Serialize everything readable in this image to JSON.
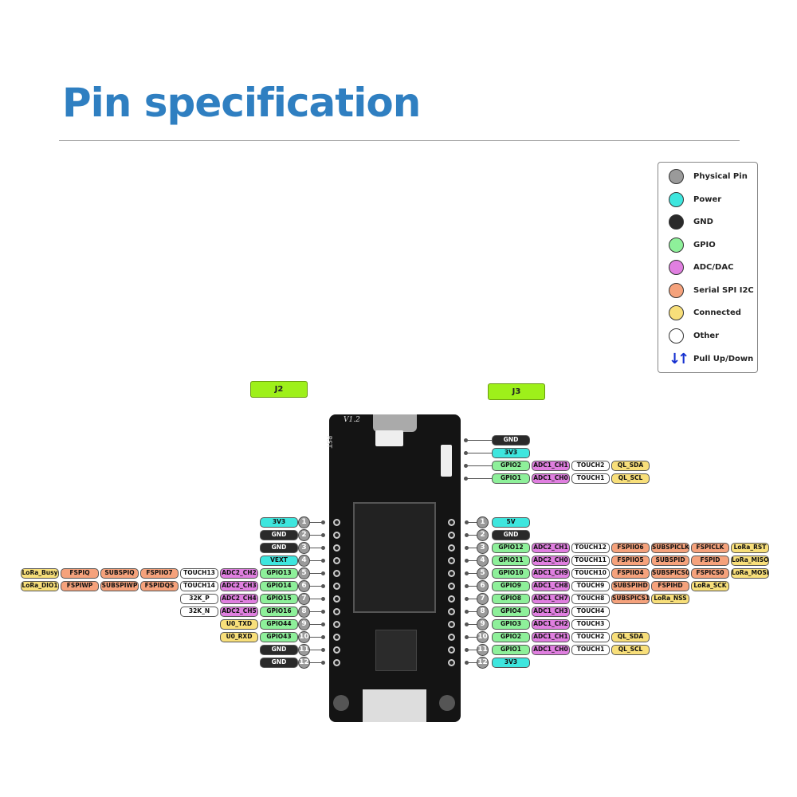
{
  "title": "Pin specification",
  "colors": {
    "physical": "#9a9a9a",
    "power": "#3ee6de",
    "gnd": "#2a2a2a",
    "gpio": "#8ef09a",
    "adc": "#e07fe0",
    "serial": "#f5a27c",
    "connected": "#f8df7a",
    "other": "#ffffff",
    "pull": "#1530d0"
  },
  "legend": [
    {
      "label": "Physical Pin",
      "type": "physical"
    },
    {
      "label": "Power",
      "type": "power"
    },
    {
      "label": "GND",
      "type": "gnd"
    },
    {
      "label": "GPIO",
      "type": "gpio"
    },
    {
      "label": "ADC/DAC",
      "type": "adc"
    },
    {
      "label": "Serial SPI I2C",
      "type": "serial"
    },
    {
      "label": "Connected",
      "type": "connected"
    },
    {
      "label": "Other",
      "type": "other"
    },
    {
      "label": "Pull Up/Down",
      "type": "pull",
      "icon": "up-down-arrows-icon"
    }
  ],
  "headers": {
    "j2": "J2",
    "j3": "J3"
  },
  "board": {
    "version": "V1.2",
    "rst": "RST"
  },
  "qwiic": [
    [
      [
        "GND",
        "gnd"
      ]
    ],
    [
      [
        "3V3",
        "power"
      ]
    ],
    [
      [
        "GPIO2",
        "gpio"
      ],
      [
        "ADC1_CH1",
        "adc"
      ],
      [
        "TOUCH2",
        "other"
      ],
      [
        "QL_SDA",
        "connected"
      ]
    ],
    [
      [
        "GPIO1",
        "gpio"
      ],
      [
        "ADC1_CH0",
        "adc"
      ],
      [
        "TOUCH1",
        "other"
      ],
      [
        "QL_SCL",
        "connected"
      ]
    ]
  ],
  "j2": [
    {
      "pin": "1",
      "funcs": [
        [
          "3V3",
          "power"
        ]
      ]
    },
    {
      "pin": "2",
      "funcs": [
        [
          "GND",
          "gnd"
        ]
      ]
    },
    {
      "pin": "3",
      "funcs": [
        [
          "GND",
          "gnd"
        ]
      ]
    },
    {
      "pin": "4",
      "funcs": [
        [
          "VEXT",
          "power"
        ]
      ]
    },
    {
      "pin": "5",
      "funcs": [
        [
          "GPIO13",
          "gpio"
        ],
        [
          "ADC2_CH2",
          "adc"
        ],
        [
          "TOUCH13",
          "other"
        ],
        [
          "FSPIIO7",
          "serial"
        ],
        [
          "SUBSPIQ",
          "serial"
        ],
        [
          "FSPIQ",
          "serial"
        ],
        [
          "LoRa_Busy",
          "connected"
        ]
      ]
    },
    {
      "pin": "6",
      "funcs": [
        [
          "GPIO14",
          "gpio"
        ],
        [
          "ADC2_CH3",
          "adc"
        ],
        [
          "TOUCH14",
          "other"
        ],
        [
          "FSPIDQS",
          "serial"
        ],
        [
          "SUBSPIWP",
          "serial"
        ],
        [
          "FSPIWP",
          "serial"
        ],
        [
          "LoRa_DIO1",
          "connected"
        ]
      ]
    },
    {
      "pin": "7",
      "funcs": [
        [
          "GPIO15",
          "gpio"
        ],
        [
          "ADC2_CH4",
          "adc"
        ],
        [
          "32K_P",
          "other"
        ]
      ]
    },
    {
      "pin": "8",
      "funcs": [
        [
          "GPIO16",
          "gpio"
        ],
        [
          "ADC2_CH5",
          "adc"
        ],
        [
          "32K_N",
          "other"
        ]
      ]
    },
    {
      "pin": "9",
      "funcs": [
        [
          "GPIO44",
          "gpio"
        ],
        [
          "U0_TXD",
          "connected"
        ]
      ]
    },
    {
      "pin": "10",
      "funcs": [
        [
          "GPIO43",
          "gpio"
        ],
        [
          "U0_RXD",
          "connected"
        ]
      ]
    },
    {
      "pin": "11",
      "funcs": [
        [
          "GND",
          "gnd"
        ]
      ]
    },
    {
      "pin": "12",
      "funcs": [
        [
          "GND",
          "gnd"
        ]
      ]
    }
  ],
  "j3": [
    {
      "pin": "1",
      "funcs": [
        [
          "5V",
          "power"
        ]
      ]
    },
    {
      "pin": "2",
      "funcs": [
        [
          "GND",
          "gnd"
        ]
      ]
    },
    {
      "pin": "3",
      "funcs": [
        [
          "GPIO12",
          "gpio"
        ],
        [
          "ADC2_CH1",
          "adc"
        ],
        [
          "TOUCH12",
          "other"
        ],
        [
          "FSPIIO6",
          "serial"
        ],
        [
          "SUBSPICLK",
          "serial"
        ],
        [
          "FSPICLK",
          "serial"
        ],
        [
          "LoRa_RST",
          "connected"
        ]
      ]
    },
    {
      "pin": "4",
      "funcs": [
        [
          "GPIO11",
          "gpio"
        ],
        [
          "ADC2_CH0",
          "adc"
        ],
        [
          "TOUCH11",
          "other"
        ],
        [
          "FSPIIO5",
          "serial"
        ],
        [
          "SUBSPID",
          "serial"
        ],
        [
          "FSPID",
          "serial"
        ],
        [
          "LoRa_MISO",
          "connected"
        ]
      ]
    },
    {
      "pin": "5",
      "funcs": [
        [
          "GPIO10",
          "gpio"
        ],
        [
          "ADC1_CH9",
          "adc"
        ],
        [
          "TOUCH10",
          "other"
        ],
        [
          "FSPIIO4",
          "serial"
        ],
        [
          "SUBSPICS0",
          "serial"
        ],
        [
          "FSPICS0",
          "serial"
        ],
        [
          "LoRa_MOSI",
          "connected"
        ]
      ]
    },
    {
      "pin": "6",
      "funcs": [
        [
          "GPIO9",
          "gpio"
        ],
        [
          "ADC1_CH8",
          "adc"
        ],
        [
          "TOUCH9",
          "other"
        ],
        [
          "SUBSPIHD",
          "serial"
        ],
        [
          "FSPIHD",
          "serial"
        ],
        [
          "LoRa_SCK",
          "connected"
        ]
      ]
    },
    {
      "pin": "7",
      "funcs": [
        [
          "GPIO8",
          "gpio"
        ],
        [
          "ADC1_CH7",
          "adc"
        ],
        [
          "TOUCH8",
          "other"
        ],
        [
          "SUBSPICS1",
          "serial"
        ],
        [
          "LoRa_NSS",
          "connected"
        ]
      ]
    },
    {
      "pin": "8",
      "funcs": [
        [
          "GPIO4",
          "gpio"
        ],
        [
          "ADC1_CH3",
          "adc"
        ],
        [
          "TOUCH4",
          "other"
        ]
      ]
    },
    {
      "pin": "9",
      "funcs": [
        [
          "GPIO3",
          "gpio"
        ],
        [
          "ADC1_CH2",
          "adc"
        ],
        [
          "TOUCH3",
          "other"
        ]
      ]
    },
    {
      "pin": "10",
      "funcs": [
        [
          "GPIO2",
          "gpio"
        ],
        [
          "ADC1_CH1",
          "adc"
        ],
        [
          "TOUCH2",
          "other"
        ],
        [
          "QL_SDA",
          "connected"
        ]
      ]
    },
    {
      "pin": "11",
      "funcs": [
        [
          "GPIO1",
          "gpio"
        ],
        [
          "ADC1_CH0",
          "adc"
        ],
        [
          "TOUCH1",
          "other"
        ],
        [
          "QL_SCL",
          "connected"
        ]
      ]
    },
    {
      "pin": "12",
      "funcs": [
        [
          "3V3",
          "power"
        ]
      ]
    }
  ]
}
